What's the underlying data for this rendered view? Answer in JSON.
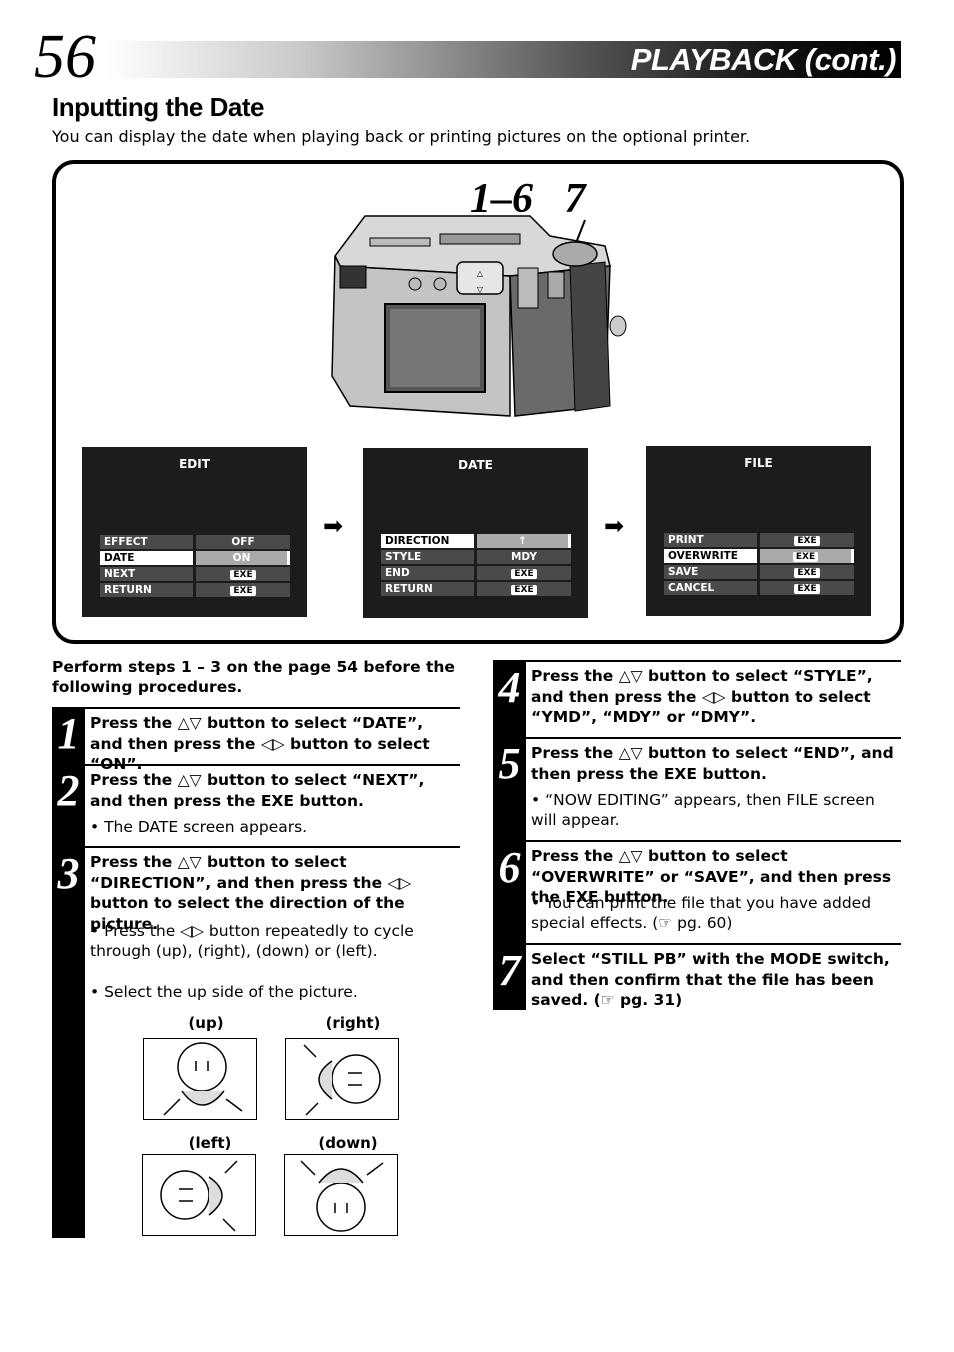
{
  "header": {
    "page_number": "56",
    "title": "PLAYBACK (cont.)"
  },
  "section": {
    "title": "Inputting the Date",
    "intro": "You can display the date when playing back or printing pictures on the optional printer."
  },
  "figure": {
    "callout": "1–6   7",
    "screens": [
      {
        "title": "EDIT",
        "rows": [
          {
            "label": "EFFECT",
            "value": "OFF",
            "selected": false
          },
          {
            "label": "DATE",
            "value": "ON",
            "selected": true
          },
          {
            "label": "NEXT",
            "value": "EXE",
            "selected": false
          },
          {
            "label": "RETURN",
            "value": "EXE",
            "selected": false
          }
        ]
      },
      {
        "title": "DATE",
        "rows": [
          {
            "label": "DIRECTION",
            "value": "↑",
            "selected": true
          },
          {
            "label": "STYLE",
            "value": "MDY",
            "selected": false
          },
          {
            "label": "END",
            "value": "EXE",
            "selected": false
          },
          {
            "label": "RETURN",
            "value": "EXE",
            "selected": false
          }
        ]
      },
      {
        "title": "FILE",
        "rows": [
          {
            "label": "PRINT",
            "value": "EXE",
            "selected": false
          },
          {
            "label": "OVERWRITE",
            "value": "EXE",
            "selected": true
          },
          {
            "label": "SAVE",
            "value": "EXE",
            "selected": false
          },
          {
            "label": "CANCEL",
            "value": "EXE",
            "selected": false
          }
        ]
      }
    ]
  },
  "prereq": "Perform steps 1 – 3 on the page 54 before the following procedures.",
  "steps": {
    "s1": {
      "num": "1",
      "text": "Press the △▽ button to select “DATE”, and then press the ◁▷ button to select “ON”."
    },
    "s2": {
      "num": "2",
      "text": "Press the △▽ button to select “NEXT”, and then press the EXE button.",
      "note": "• The DATE screen appears."
    },
    "s3": {
      "num": "3",
      "text": "Press the △▽ button to select “DIRECTION”, and then press the ◁▷ button to select the direction of the picture.",
      "note1": "• Press the ◁▷ button repeatedly to cycle through     (up),     (right),     (down) or     (left).",
      "note2": "• Select the up side of the picture."
    },
    "s4": {
      "num": "4",
      "text": "Press the △▽ button to select “STYLE”, and then press the ◁▷ button to select “YMD”, “MDY” or “DMY”."
    },
    "s5": {
      "num": "5",
      "text": "Press the △▽ button to select “END”, and then press the EXE button.",
      "note": "• “NOW EDITING” appears, then FILE screen will appear."
    },
    "s6": {
      "num": "6",
      "text": "Press the △▽ button to select “OVERWRITE” or “SAVE”, and then press the EXE button.",
      "note": "• You can print the file that you have added special effects. (☞ pg. 60)"
    },
    "s7": {
      "num": "7",
      "text": "Select “STILL PB” with the MODE switch, and then confirm that the file has been saved. (☞ pg. 31)"
    }
  },
  "orientation": {
    "up": "(up)",
    "right": "(right)",
    "left": "(left)",
    "down": "(down)"
  }
}
